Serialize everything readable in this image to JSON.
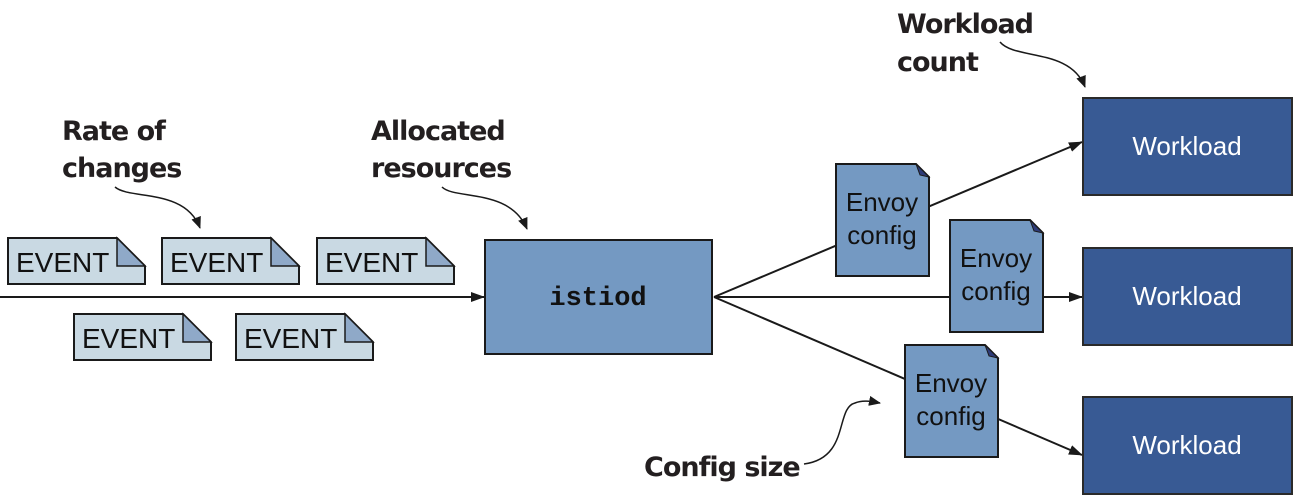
{
  "diagram": {
    "title": "istiod control-plane performance factors",
    "callouts": {
      "rate_of_changes": [
        "Rate of",
        "changes"
      ],
      "allocated_resources": [
        "Allocated",
        "resources"
      ],
      "workload_count": [
        "Workload",
        "count"
      ],
      "config_size": [
        "Config size"
      ]
    },
    "events": [
      "EVENT",
      "EVENT",
      "EVENT",
      "EVENT",
      "EVENT"
    ],
    "control_plane": {
      "label": "istiod"
    },
    "envoy_configs": [
      {
        "line1": "Envoy",
        "line2": "config"
      },
      {
        "line1": "Envoy",
        "line2": "config"
      },
      {
        "line1": "Envoy",
        "line2": "config"
      }
    ],
    "workloads": [
      "Workload",
      "Workload",
      "Workload"
    ],
    "colors": {
      "event_fill": "#c9d9e3",
      "event_corner": "#8fa9c8",
      "istiod_fill": "#7499c2",
      "envoy_fill": "#7499c2",
      "envoy_corner": "#2e3b78",
      "workload_fill": "#385a94",
      "stroke": "#1a1a1a"
    }
  }
}
